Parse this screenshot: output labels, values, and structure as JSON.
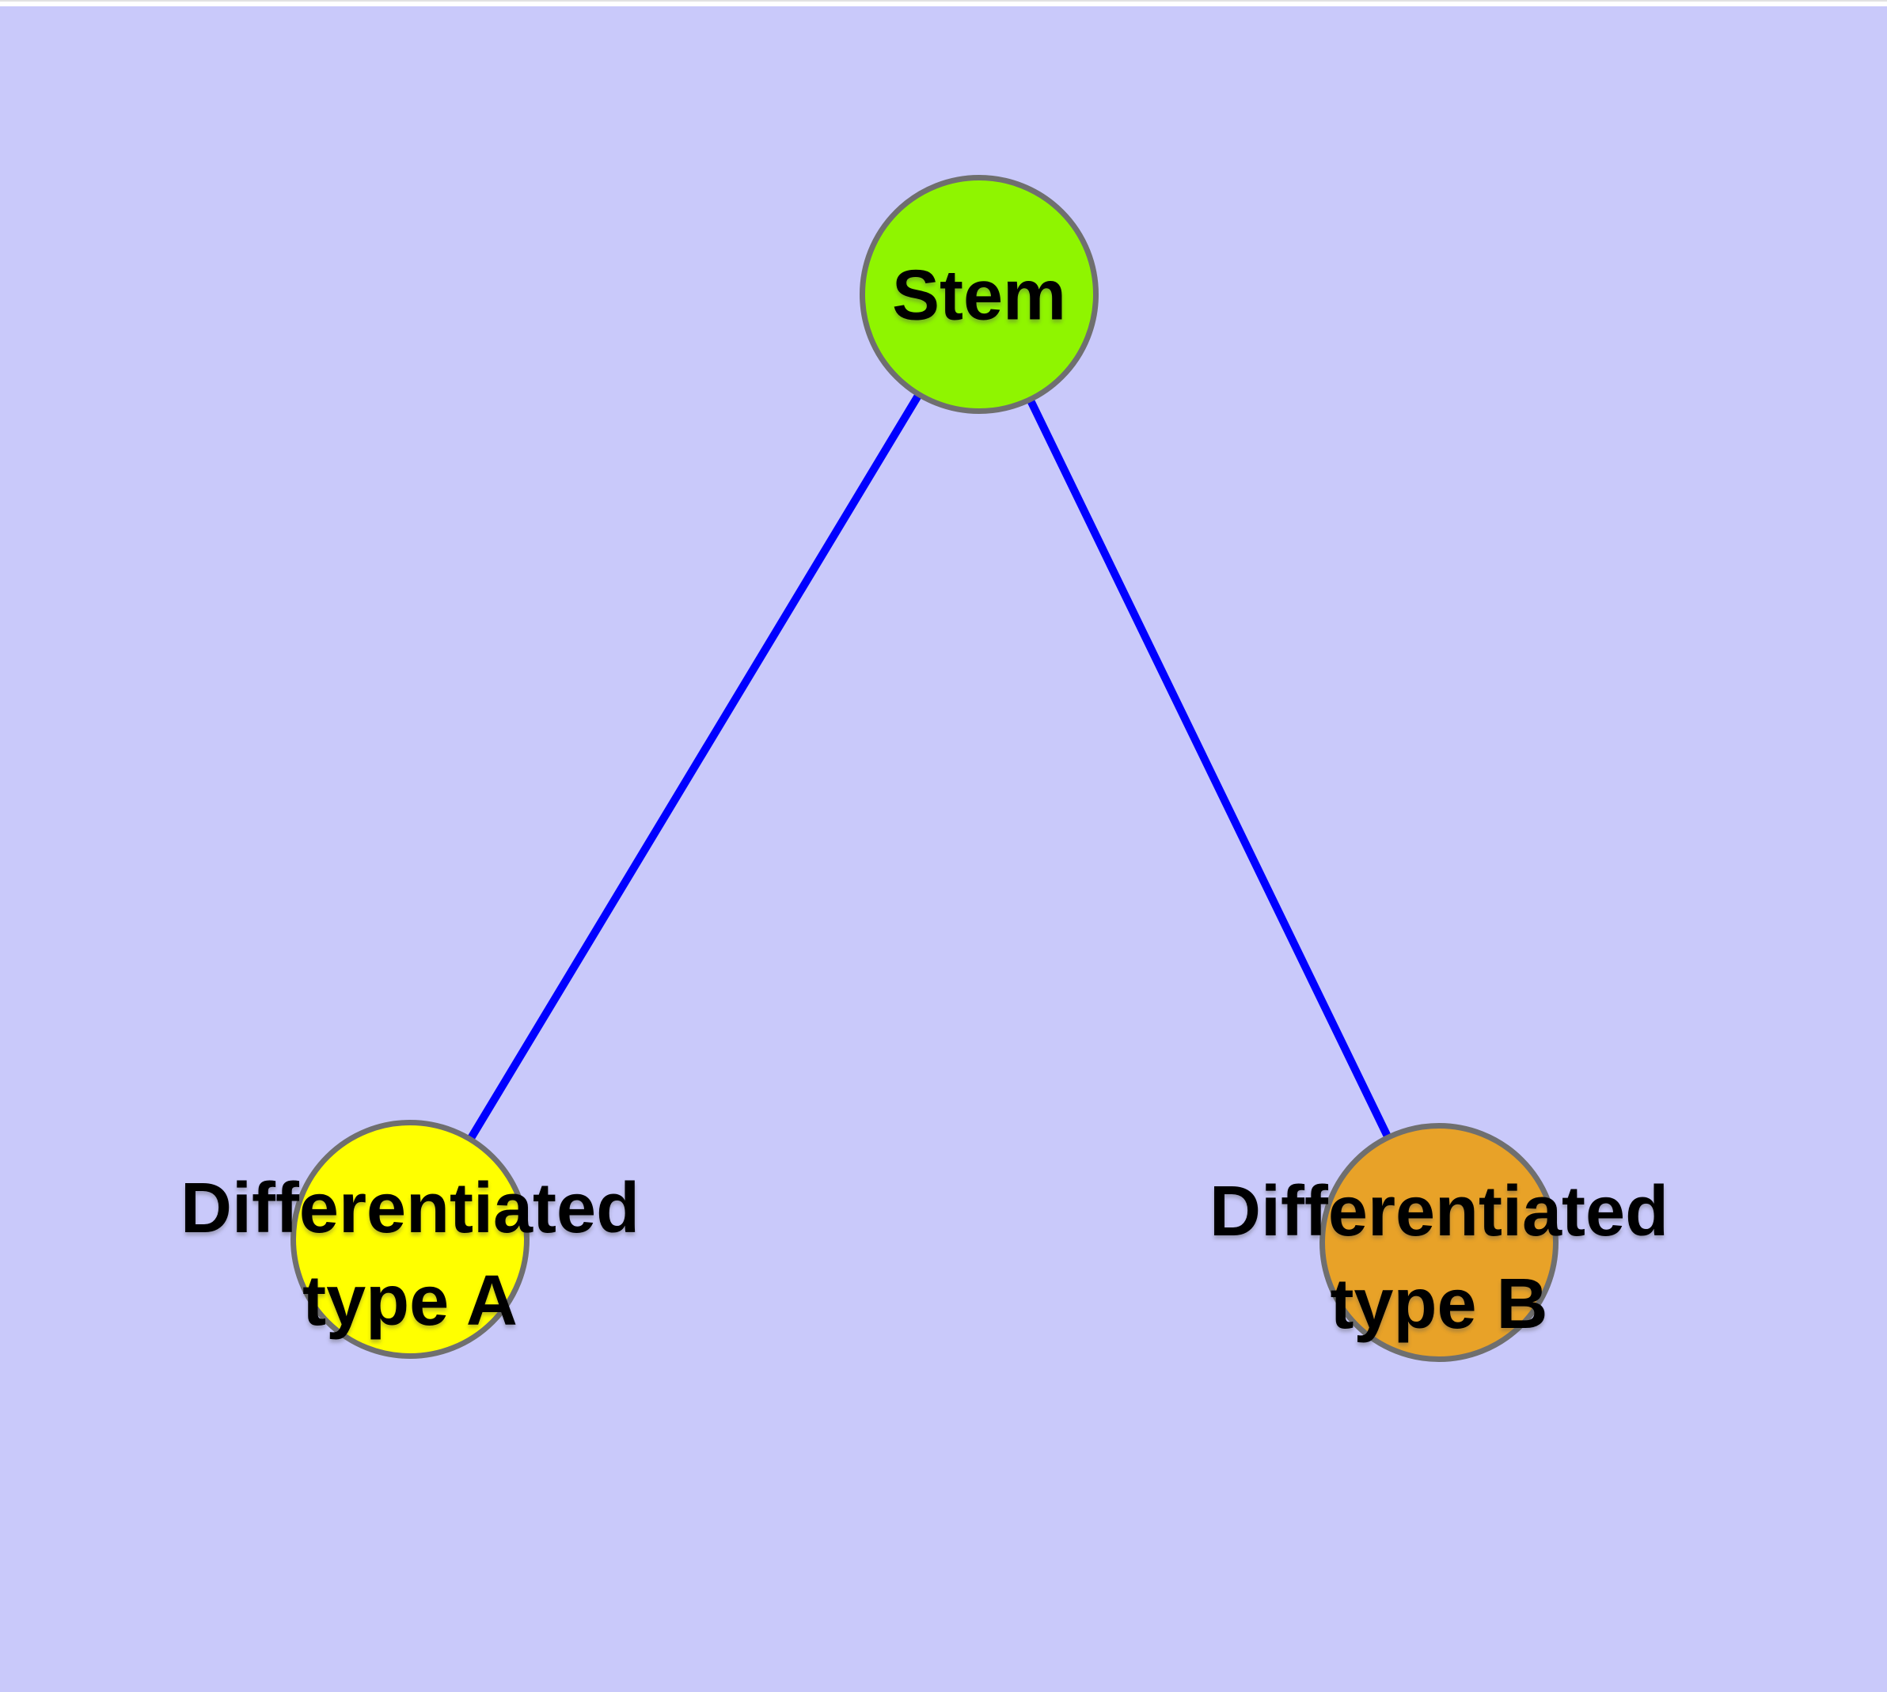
{
  "diagram": {
    "background_color": "#c9c9fa",
    "edge_color": "#0000ff",
    "node_border_color": "#6f6f6f",
    "label_color": "#000000",
    "nodes": [
      {
        "id": "stem",
        "color": "#8ff500",
        "lines": [
          "Stem"
        ]
      },
      {
        "id": "type-a",
        "color": "#ffff00",
        "lines": [
          "Differentiated",
          "type A"
        ]
      },
      {
        "id": "type-b",
        "color": "#e8a228",
        "lines": [
          "Differentiated",
          "type B"
        ]
      }
    ],
    "edges": [
      {
        "from": "stem",
        "to": "type-a"
      },
      {
        "from": "stem",
        "to": "type-b"
      }
    ]
  }
}
